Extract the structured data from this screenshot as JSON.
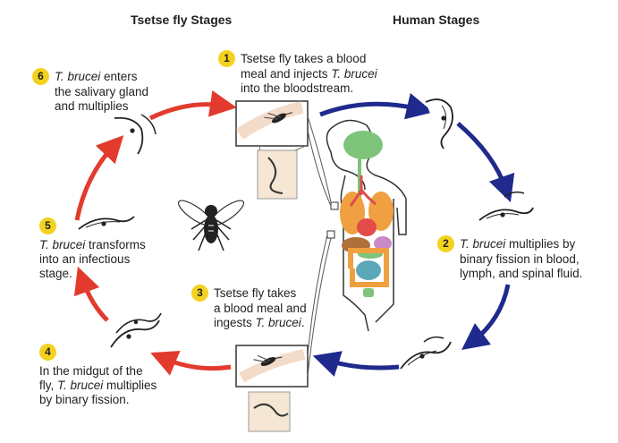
{
  "headings": {
    "tsetse": "Tsetse fly Stages",
    "human": "Human Stages"
  },
  "steps": [
    {
      "num": "1",
      "line1": "Tsetse fly takes a blood",
      "line2a": "meal and injects ",
      "line2b": "T. brucei",
      "line3": "into the bloodstream."
    },
    {
      "num": "2",
      "line1a": "T. brucei",
      "line1b": " multiplies by",
      "line2": "binary fission in blood,",
      "line3": "lymph, and spinal fluid."
    },
    {
      "num": "3",
      "line1": "Tsetse fly takes",
      "line2": "a blood meal and",
      "line3a": "ingests ",
      "line3b": "T. brucei",
      "line3c": "."
    },
    {
      "num": "4",
      "line1": "In the midgut of the",
      "line2a": "fly, ",
      "line2b": "T. brucei",
      "line2c": " multiplies",
      "line3": "by binary fission."
    },
    {
      "num": "5",
      "line1a": "T. brucei",
      "line1b": " transforms",
      "line2": "into an infectious",
      "line3": "stage."
    },
    {
      "num": "6",
      "line1a": "T. brucei",
      "line1b": " enters",
      "line2": "the salivary gland",
      "line3": "and multiplies"
    }
  ],
  "colors": {
    "tsetse_arrows": "#e23b2e",
    "human_arrows": "#1f2a8c",
    "badge": "#f3d21f",
    "brain": "#7ec47a",
    "lungs": "#f0a040",
    "heart": "#e34a4a",
    "liver": "#b0703a",
    "intestine": "#5aa8b8",
    "stomach": "#c889c8"
  },
  "icons": [
    "tsetse-fly-icon",
    "trypanosome-icon",
    "human-body-icon"
  ]
}
